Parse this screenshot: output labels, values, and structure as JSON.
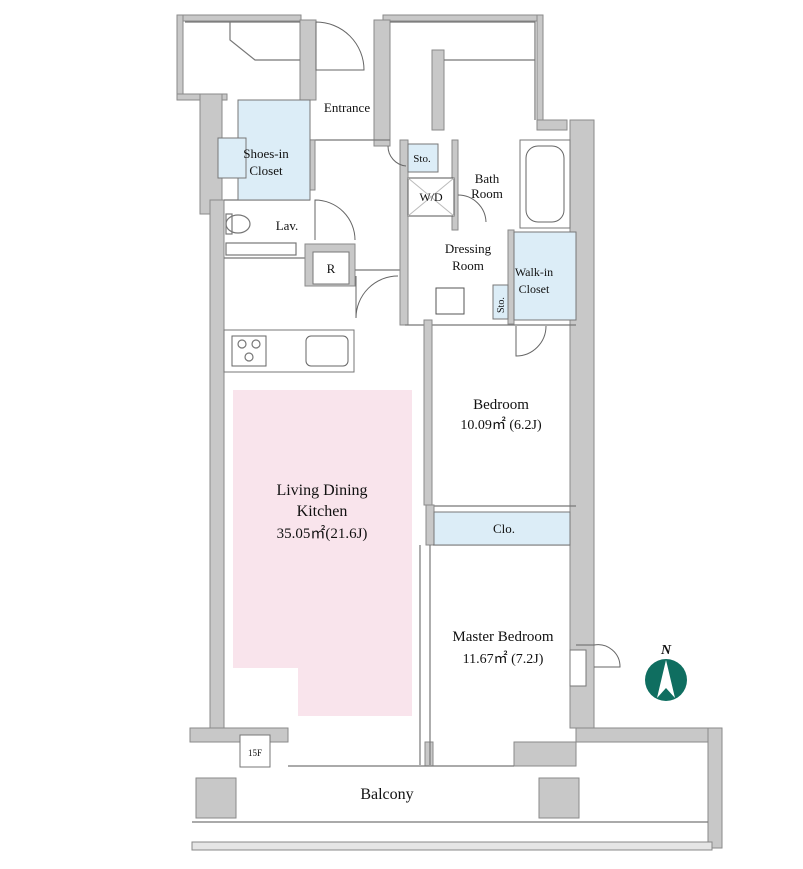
{
  "rooms": {
    "entrance": "Entrance",
    "shoes_closet_1": "Shoes-in",
    "shoes_closet_2": "Closet",
    "storage_top": "Sto.",
    "bath_1": "Bath",
    "bath_2": "Room",
    "washer_dryer": "W/D",
    "lavatory": "Lav.",
    "refrigerator": "R",
    "dressing_1": "Dressing",
    "dressing_2": "Room",
    "storage_small": "Sto.",
    "walkin_1": "Walk-in",
    "walkin_2": "Closet",
    "bedroom": "Bedroom",
    "bedroom_area": "10.09㎡ (6.2J)",
    "ldk_1": "Living Dining",
    "ldk_2": "Kitchen",
    "ldk_area": "35.05㎡(21.6J)",
    "closet": "Clo.",
    "master_bedroom": "Master Bedroom",
    "master_area": "11.67㎡ (7.2J)",
    "balcony": "Balcony",
    "floor_tag": "15F",
    "north": "N"
  },
  "colors": {
    "ldk_fill": "#f9e4ec",
    "closet_fill": "#dcedf7",
    "wall": "#c8c8c8",
    "compass": "#0f6e60"
  }
}
